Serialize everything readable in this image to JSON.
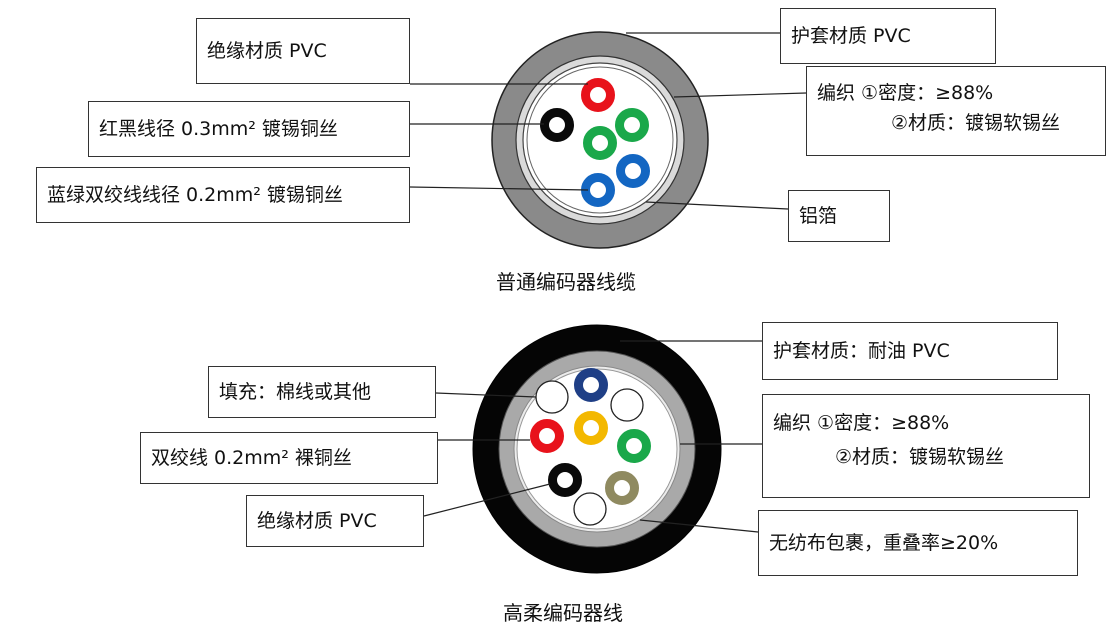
{
  "colors": {
    "red": "#e8121b",
    "black": "#0a0a0a",
    "green": "#1aa84a",
    "blue": "#1366c2",
    "navy": "#1f3f86",
    "yellow": "#f3b800",
    "olive": "#8f8a60",
    "jacket_gray": "#8a8a8a",
    "jacket_black": "#050505"
  },
  "diagram1": {
    "caption": "普通编码器线缆",
    "labels": {
      "insulation": "绝缘材质 PVC",
      "red_black": "红黑线径 0.3mm² 镀锡铜丝",
      "blue_green": "蓝绿双绞线线径 0.2mm² 镀锡铜丝",
      "jacket": "护套材质 PVC",
      "braid_line1": "编织 ①密度：≥88%",
      "braid_line2": "②材质：镀锡软锡丝",
      "foil": "铝箔"
    }
  },
  "diagram2": {
    "caption": "高柔编码器线",
    "labels": {
      "filler": "填充：棉线或其他",
      "twisted": "双绞线 0.2mm² 裸铜丝",
      "insulation": "绝缘材质 PVC",
      "jacket": "护套材质：耐油 PVC",
      "braid_line1": "编织 ①密度：≥88%",
      "braid_line2": "②材质：镀锡软锡丝",
      "wrap": "无纺布包裹，重叠率≥20%"
    }
  }
}
